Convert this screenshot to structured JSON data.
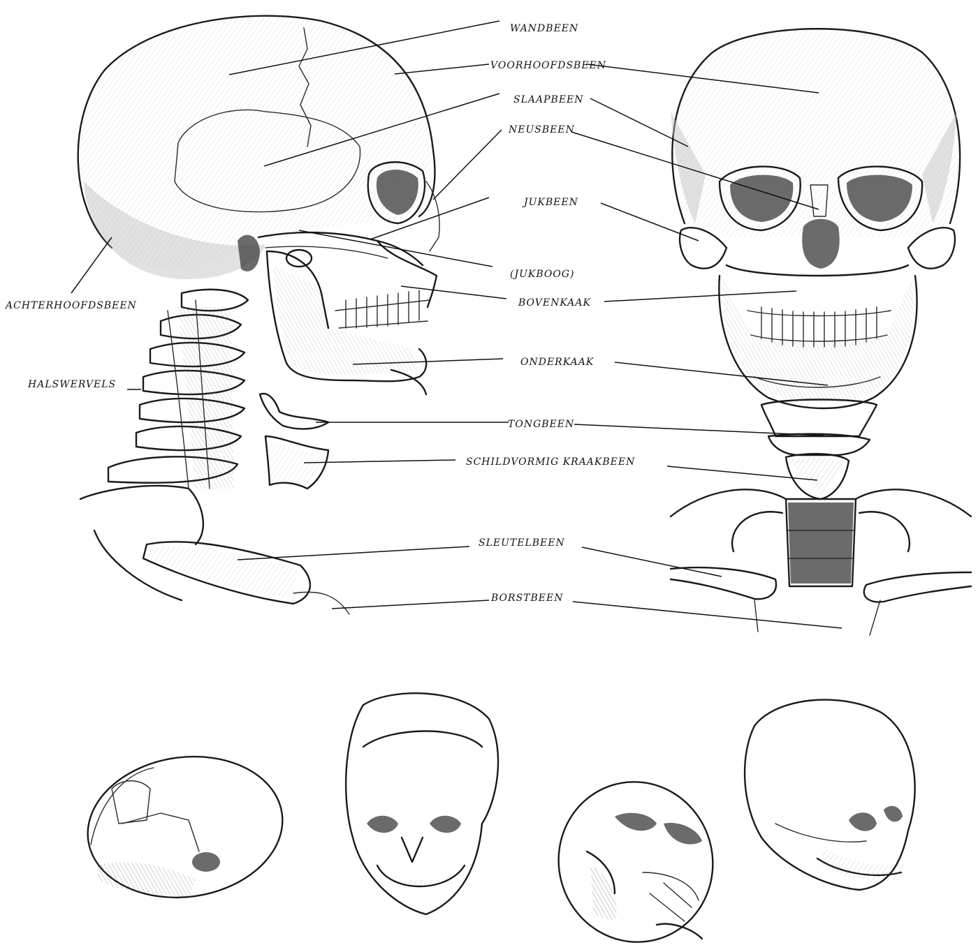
{
  "labels": {
    "wandbeen": "WANDBEEN",
    "voorhoofdsbeen": "VOORHOOFDSBEEN",
    "slaapbeen": "SLAAPBEEN",
    "neusbeen": "NEUSBEEN",
    "jukbeen": "JUKBEEN",
    "jukboog": "(JUKBOOG)",
    "bovenkaak": "BOVENKAAK",
    "onderkaak": "ONDERKAAK",
    "achterhoofdsbeen": "ACHTERHOOFDSBEEN",
    "halswervels": "HALSWERVELS",
    "tongbeen": "TONGBEEN",
    "schildvormig_kraakbeen": "SCHILDVORMIG KRAAKBEEN",
    "sleutelbeen": "SLEUTELBEEN",
    "borstbeen": "BORSTBEEN"
  }
}
